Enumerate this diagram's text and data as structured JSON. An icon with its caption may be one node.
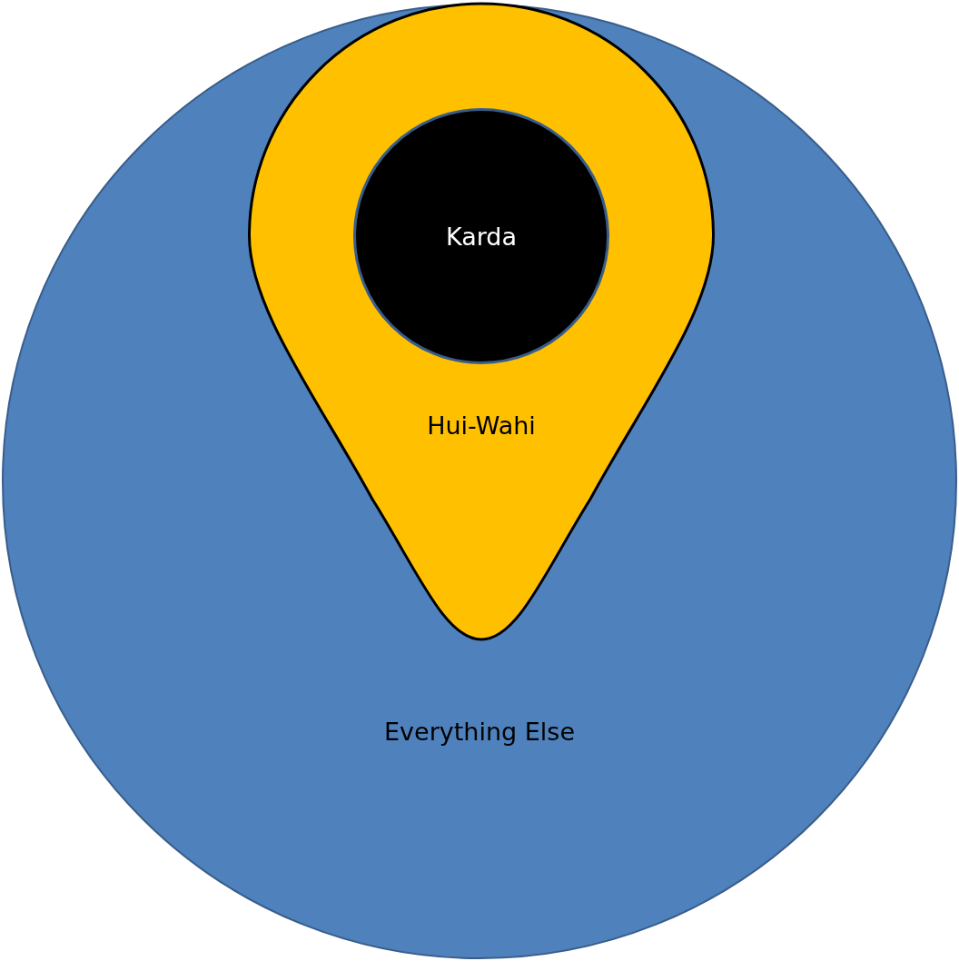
{
  "diagram": {
    "nodes": [
      {
        "text": [
          "Everything Else"
        ]
      },
      {
        "text": [
          "Hui-Wahi"
        ],
        "in": 0
      },
      {
        "text": [
          "Karda"
        ],
        "in": 1
      }
    ]
  }
}
